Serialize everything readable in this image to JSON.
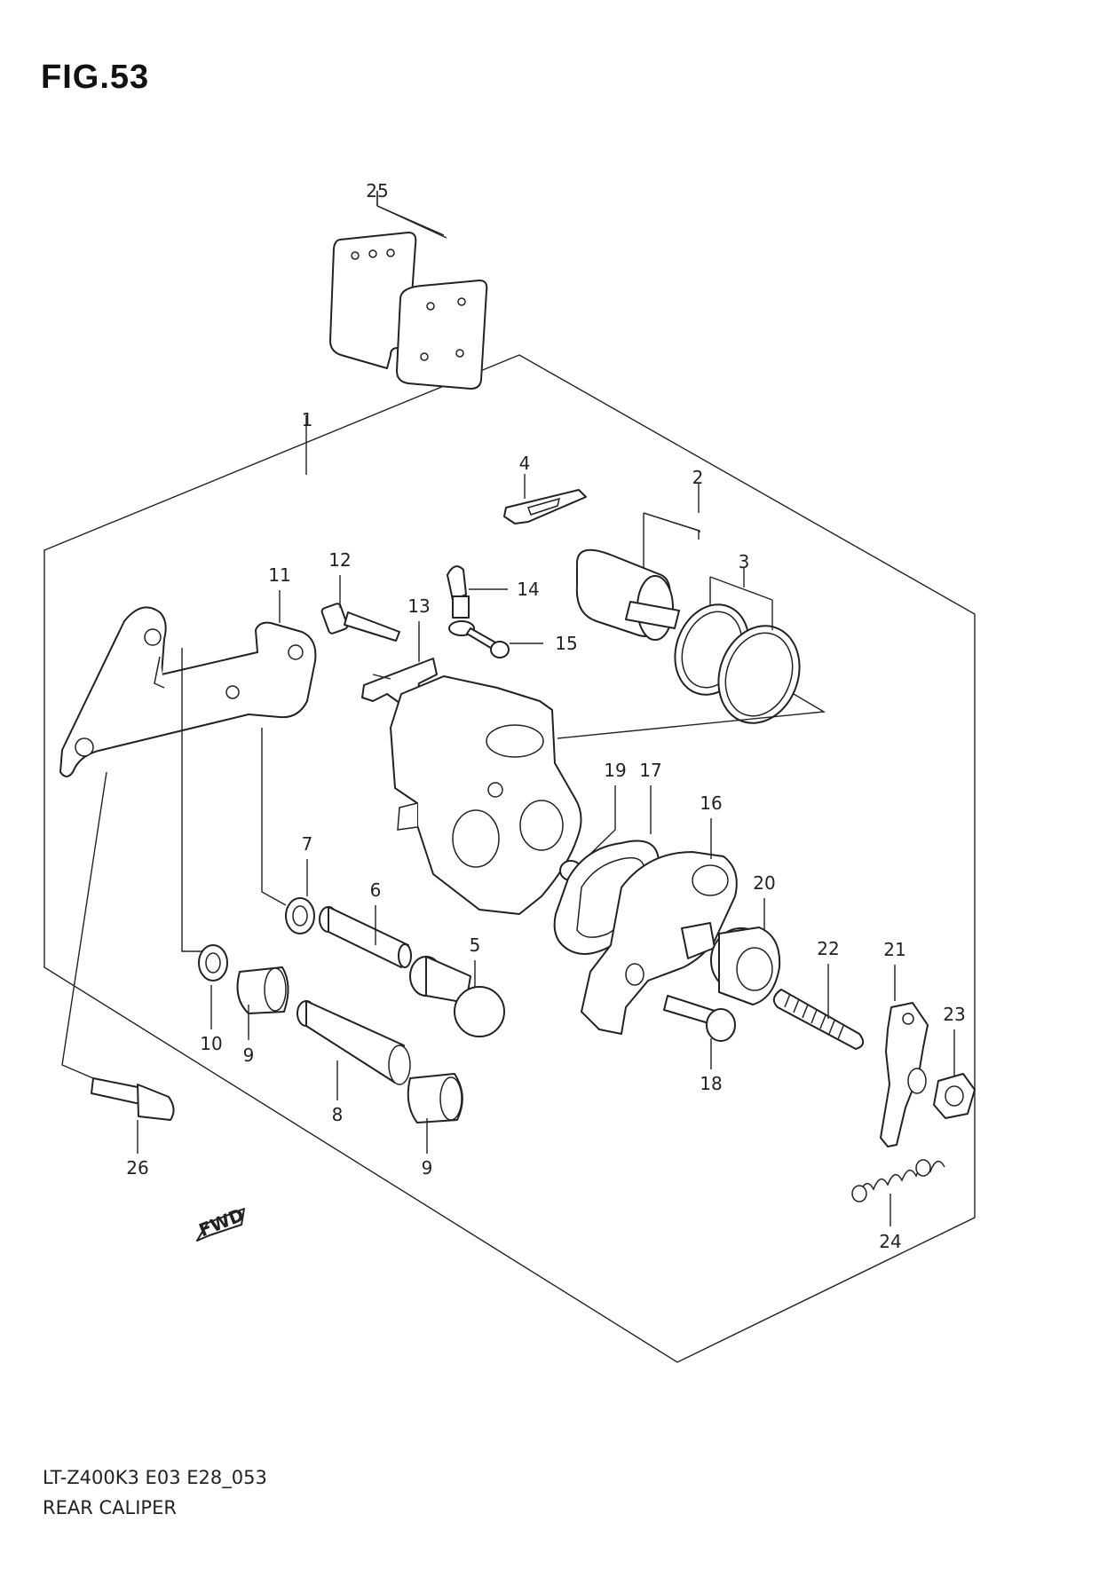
{
  "figure": {
    "title": "FIG.53",
    "code": "LT-Z400K3 E03 E28_053",
    "name": "REAR CALIPER",
    "direction_badge": "FWD"
  },
  "callouts": [
    {
      "id": "c1",
      "label": "1"
    },
    {
      "id": "c2",
      "label": "2"
    },
    {
      "id": "c3",
      "label": "3"
    },
    {
      "id": "c4",
      "label": "4"
    },
    {
      "id": "c5",
      "label": "5"
    },
    {
      "id": "c6",
      "label": "6"
    },
    {
      "id": "c7",
      "label": "7"
    },
    {
      "id": "c8",
      "label": "8"
    },
    {
      "id": "c9a",
      "label": "9"
    },
    {
      "id": "c9b",
      "label": "9"
    },
    {
      "id": "c10",
      "label": "10"
    },
    {
      "id": "c11",
      "label": "11"
    },
    {
      "id": "c12",
      "label": "12"
    },
    {
      "id": "c13",
      "label": "13"
    },
    {
      "id": "c14",
      "label": "14"
    },
    {
      "id": "c15",
      "label": "15"
    },
    {
      "id": "c16",
      "label": "16"
    },
    {
      "id": "c17",
      "label": "17"
    },
    {
      "id": "c18",
      "label": "18"
    },
    {
      "id": "c19",
      "label": "19"
    },
    {
      "id": "c20",
      "label": "20"
    },
    {
      "id": "c21",
      "label": "21"
    },
    {
      "id": "c22",
      "label": "22"
    },
    {
      "id": "c23",
      "label": "23"
    },
    {
      "id": "c24",
      "label": "24"
    },
    {
      "id": "c25",
      "label": "25"
    },
    {
      "id": "c26",
      "label": "26"
    }
  ]
}
